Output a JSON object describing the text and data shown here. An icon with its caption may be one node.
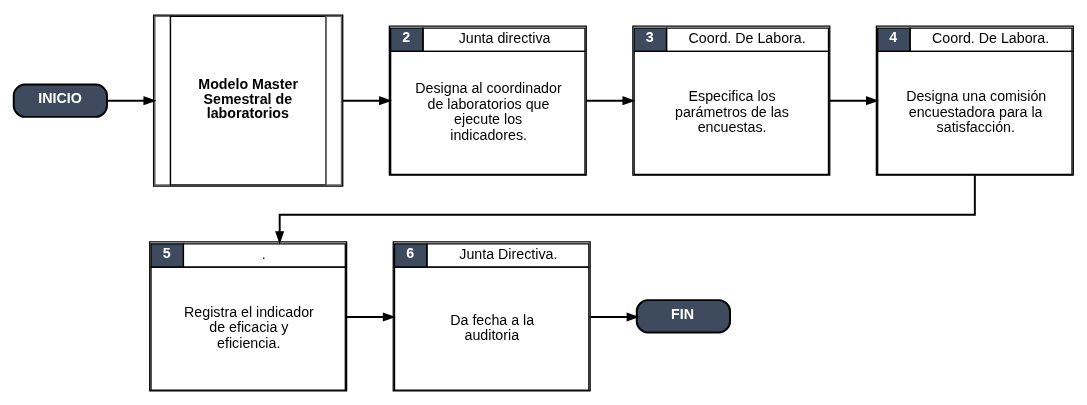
{
  "diagram": {
    "nodes": [
      {
        "text": [
          "INICIO"
        ]
      },
      {
        "text": [
          "Modelo Master Semestral de laboratorios"
        ]
      },
      {
        "text": [
          "2",
          "Junta directiva",
          "Designa al coordinador de laboratorios que ejecute los indicadores."
        ]
      },
      {
        "text": [
          "3",
          "Coord. De Labora.",
          "Especifica los parámetros de las encuestas."
        ]
      },
      {
        "text": [
          "4",
          "Coord. De Labora.",
          "Designa una comisión encuestadora para la satisfacción."
        ]
      },
      {
        "text": [
          "5",
          ".",
          "Registra el indicador de eficacia y eficiencia."
        ]
      },
      {
        "text": [
          "6",
          "Junta Directiva.",
          "Da fecha a la auditoria"
        ]
      },
      {
        "text": [
          "FIN"
        ]
      }
    ],
    "edges": [
      {
        "from": 0,
        "to": 1,
        "arrow": "to"
      },
      {
        "from": 1,
        "to": 2,
        "arrow": "to"
      },
      {
        "from": 2,
        "to": 3,
        "arrow": "to"
      },
      {
        "from": 3,
        "to": 4,
        "arrow": "to"
      },
      {
        "from": 4,
        "to": 5,
        "arrow": "to"
      },
      {
        "from": 5,
        "to": 6,
        "arrow": "to"
      },
      {
        "from": 6,
        "to": 7,
        "arrow": "to"
      }
    ]
  }
}
